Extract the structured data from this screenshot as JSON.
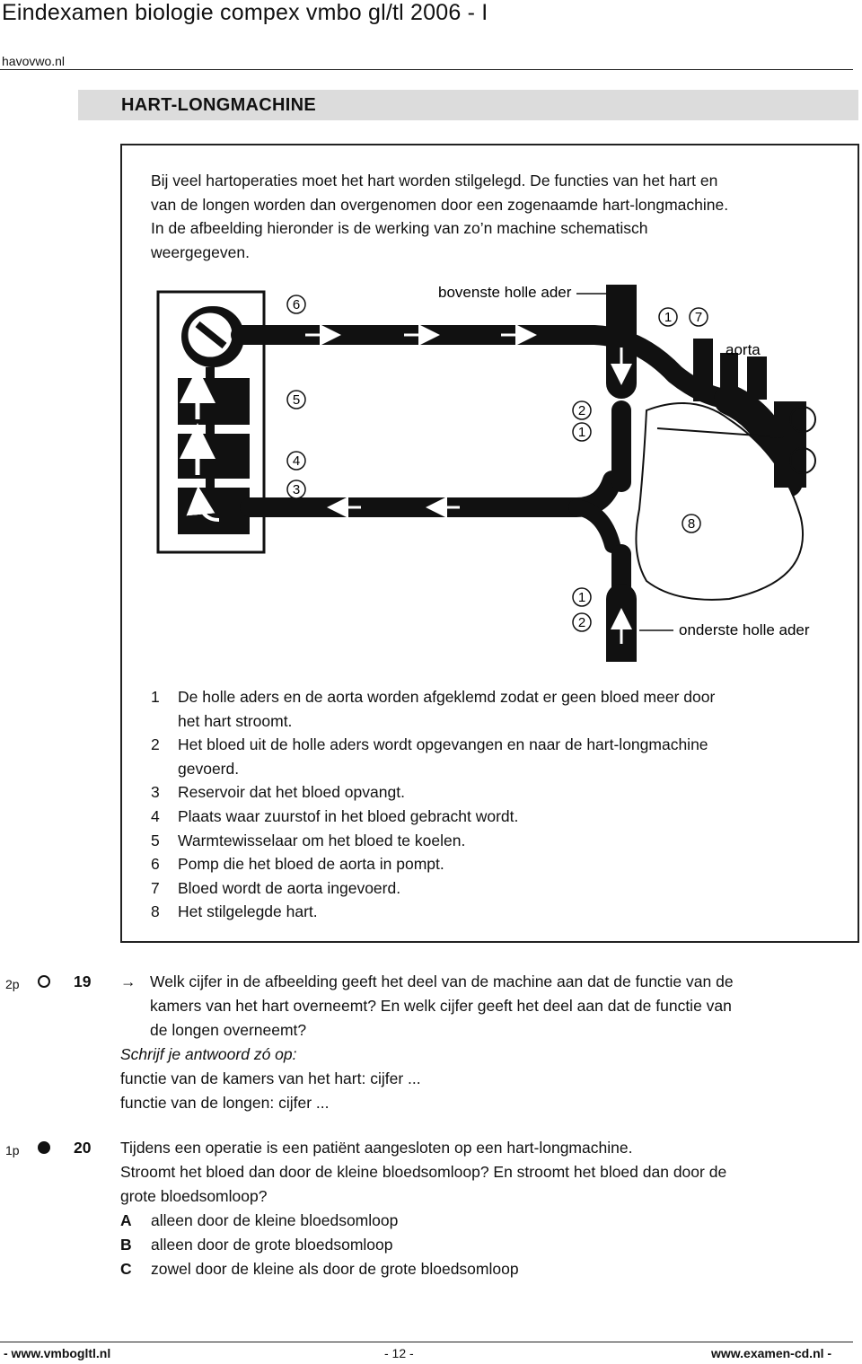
{
  "header": {
    "title": "Eindexamen biologie compex vmbo gl/tl 2006 - I",
    "site": "havovwo.nl"
  },
  "section": {
    "title": "HART-LONGMACHINE"
  },
  "intro": {
    "lines": [
      "Bij veel hartoperaties moet het hart worden stilgelegd. De functies van het hart en",
      "van de longen worden dan overgenomen door een zogenaamde hart-longmachine.",
      "In de afbeelding hieronder is de werking van zo’n machine schematisch",
      "weergegeven."
    ]
  },
  "diagram": {
    "labels": {
      "top_vein": "bovenste holle ader",
      "aorta": "aorta",
      "bottom_vein": "onderste holle ader"
    },
    "markers": [
      "6",
      "5",
      "4",
      "3",
      "1",
      "7",
      "2",
      "1",
      "8",
      "1",
      "2"
    ]
  },
  "legend": [
    {
      "num": "1",
      "lines": [
        "De holle aders en de aorta worden afgeklemd zodat er geen bloed meer door",
        "het hart stroomt."
      ]
    },
    {
      "num": "2",
      "lines": [
        "Het bloed uit de holle aders wordt opgevangen en naar de hart-longmachine",
        "gevoerd."
      ]
    },
    {
      "num": "3",
      "lines": [
        "Reservoir dat het bloed opvangt."
      ]
    },
    {
      "num": "4",
      "lines": [
        "Plaats waar zuurstof in het bloed gebracht wordt."
      ]
    },
    {
      "num": "5",
      "lines": [
        "Warmtewisselaar om het bloed te koelen."
      ]
    },
    {
      "num": "6",
      "lines": [
        "Pomp die het bloed de aorta in pompt."
      ]
    },
    {
      "num": "7",
      "lines": [
        "Bloed wordt de aorta ingevoerd."
      ]
    },
    {
      "num": "8",
      "lines": [
        "Het stilgelegde hart."
      ]
    }
  ],
  "q19": {
    "points": "2p",
    "number": "19",
    "arrow": "→",
    "lines": [
      "Welk cijfer in de afbeelding geeft het deel van de machine aan dat de functie van de",
      "kamers van het hart overneemt? En welk cijfer geeft het deel aan dat de functie van",
      "de longen overneemt?"
    ],
    "instruction": "Schrijf je antwoord zó op:",
    "answer_lines": [
      "functie van de kamers van het hart: cijfer ...",
      "functie van de longen: cijfer ..."
    ]
  },
  "q20": {
    "points": "1p",
    "number": "20",
    "lines": [
      "Tijdens een operatie is een patiënt aangesloten op een hart-longmachine.",
      "Stroomt het bloed dan door de kleine bloedsomloop? En stroomt het bloed dan door de",
      "grote bloedsomloop?"
    ],
    "options": [
      {
        "letter": "A",
        "text": "alleen door de kleine bloedsomloop"
      },
      {
        "letter": "B",
        "text": "alleen door de grote bloedsomloop"
      },
      {
        "letter": "C",
        "text": "zowel door de kleine als door de grote bloedsomloop"
      }
    ]
  },
  "footer": {
    "left": "- www.vmbogltl.nl",
    "center": "- 12 -",
    "right": "www.examen-cd.nl -"
  }
}
